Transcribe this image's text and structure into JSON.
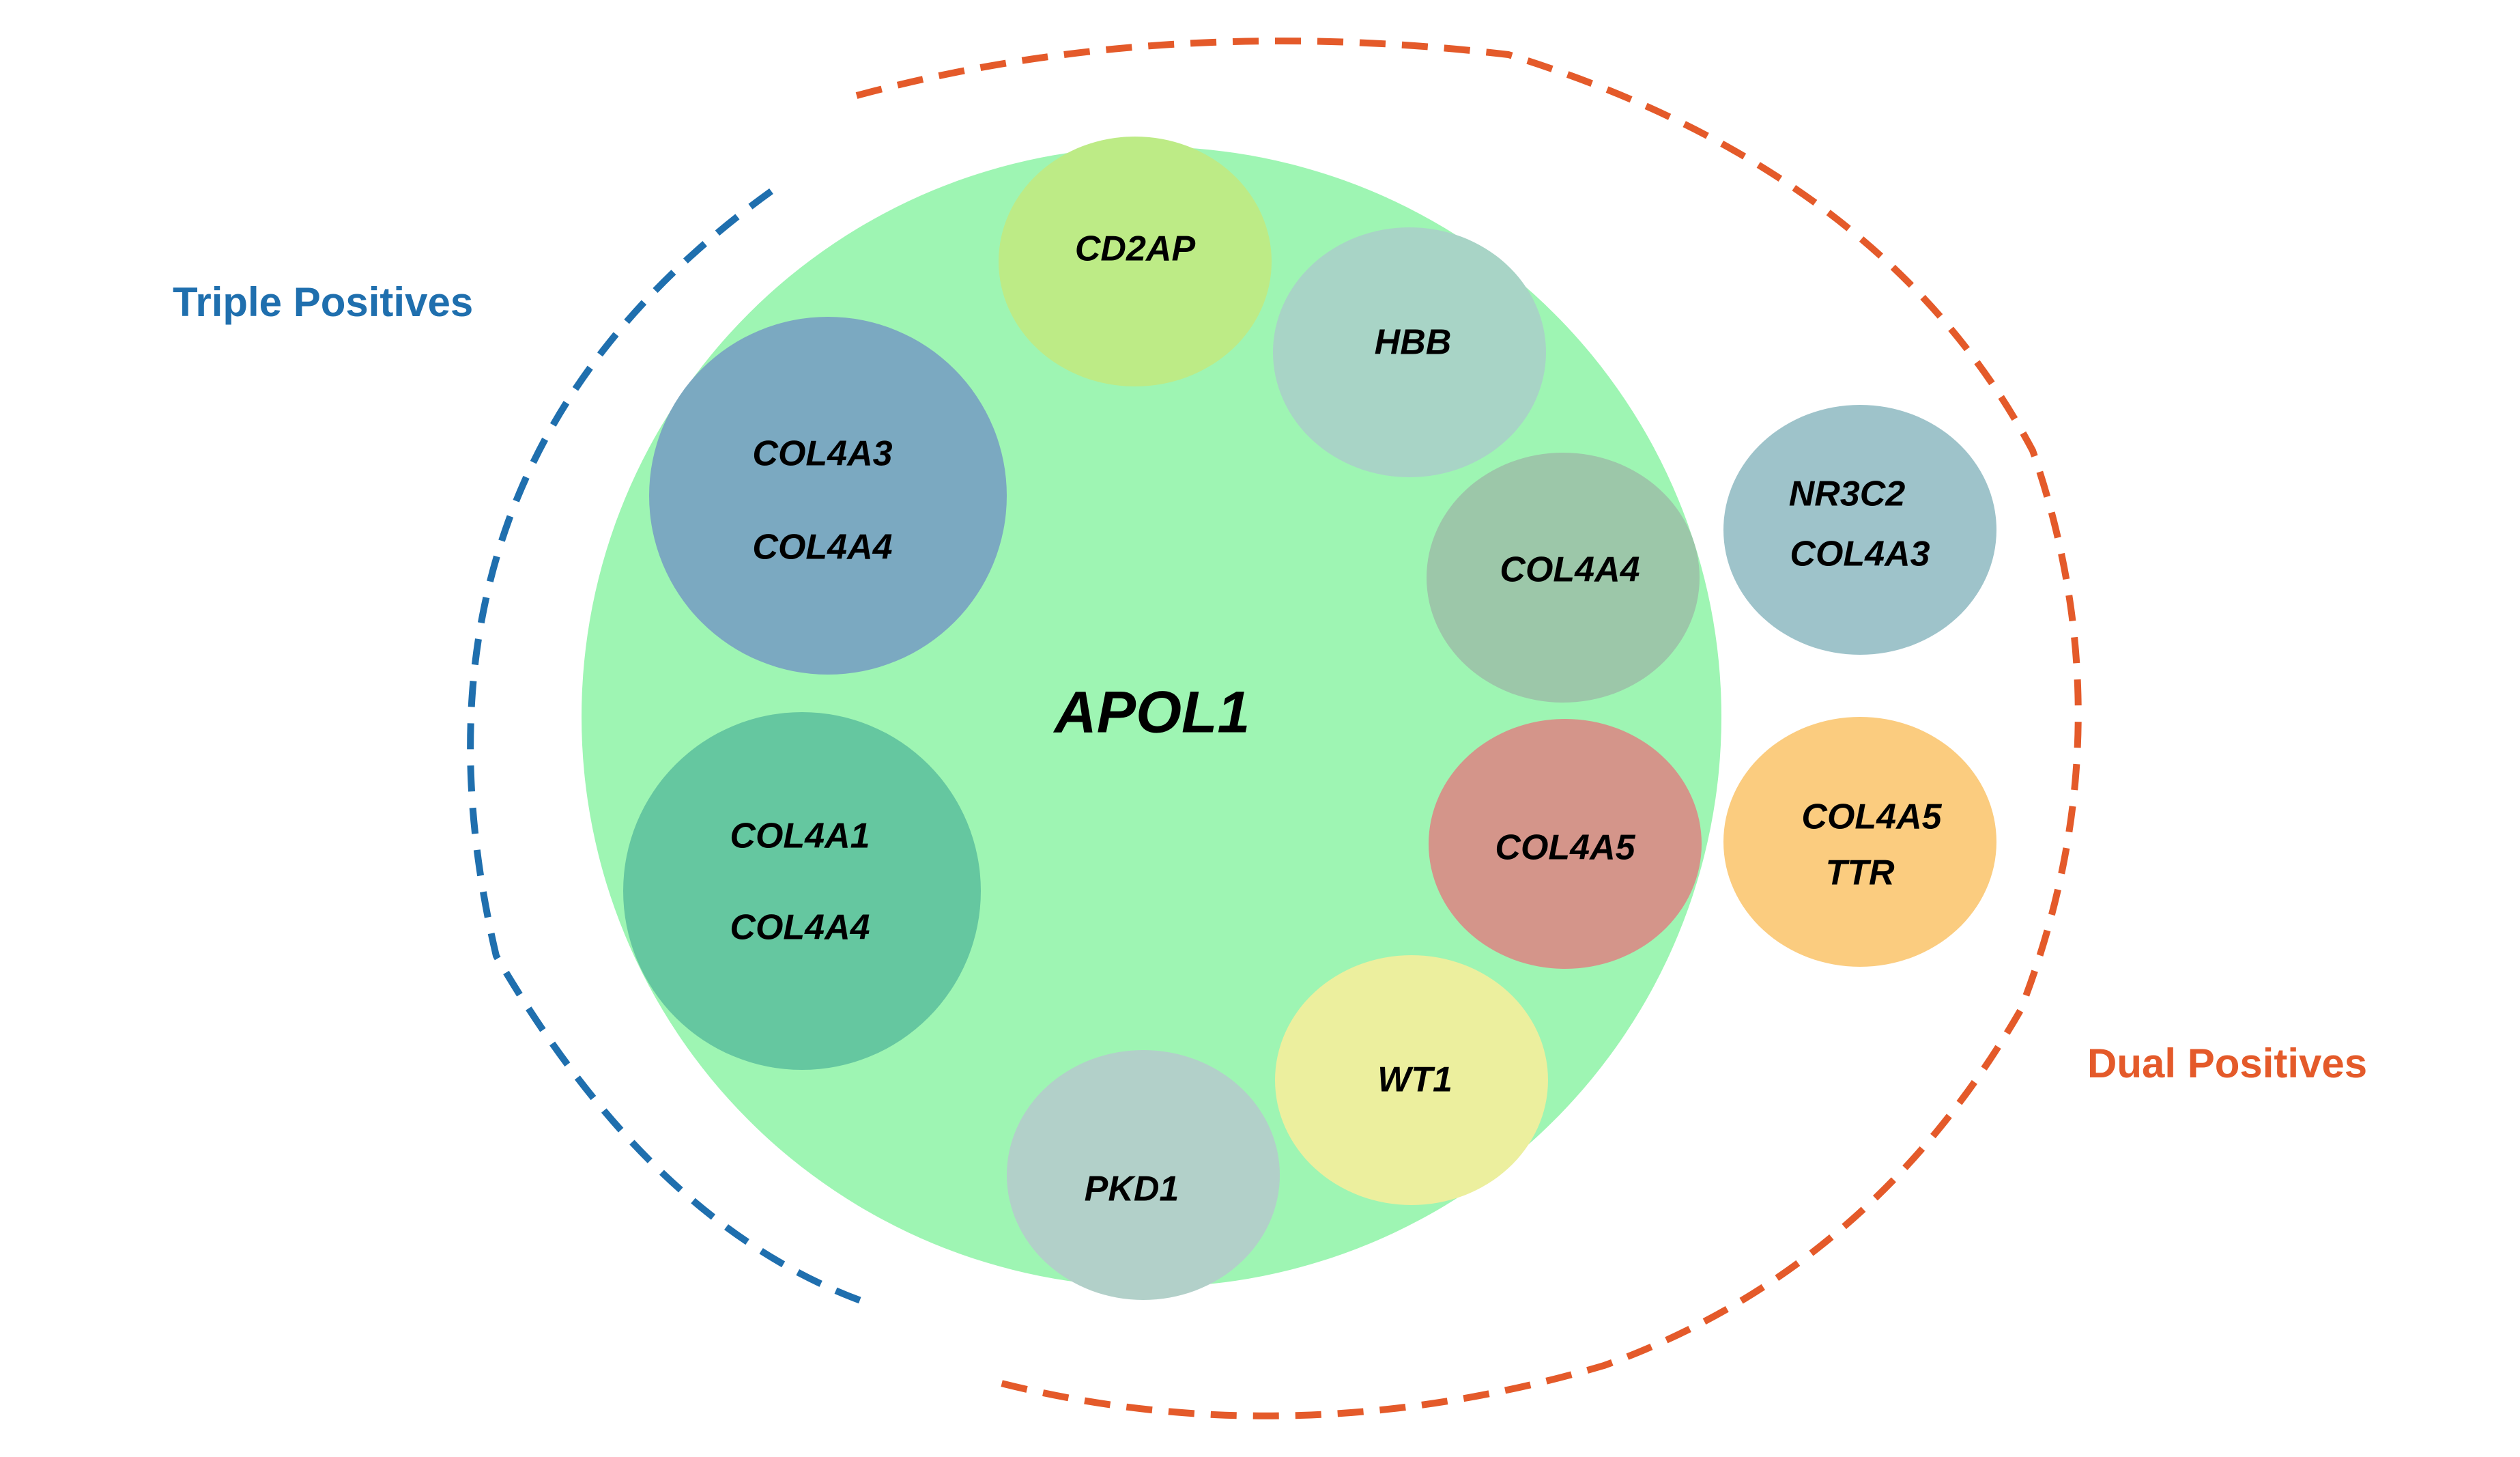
{
  "central_node": {
    "label": "APOL1",
    "color": "#9ef5b3"
  },
  "gene_nodes": [
    {
      "id": "cd2ap",
      "lines": [
        "CD2AP"
      ],
      "color": "#bdeb86"
    },
    {
      "id": "hbb",
      "lines": [
        "HBB"
      ],
      "color": "#a8d4c6"
    },
    {
      "id": "col4a3-col4a4",
      "lines": [
        "COL4A3",
        "COL4A4"
      ],
      "color": "#7ba9c1"
    },
    {
      "id": "col4a4",
      "lines": [
        "COL4A4"
      ],
      "color": "#9cc7a9"
    },
    {
      "id": "col4a1-col4a4",
      "lines": [
        "COL4A1",
        "COL4A4"
      ],
      "color": "#65c7a0"
    },
    {
      "id": "col4a5",
      "lines": [
        "COL4A5"
      ],
      "color": "#d4958a"
    },
    {
      "id": "wt1",
      "lines": [
        "WT1"
      ],
      "color": "#ecef9e"
    },
    {
      "id": "pkd1",
      "lines": [
        "PKD1"
      ],
      "color": "#b2d0c9"
    },
    {
      "id": "nr3c2-col4a3",
      "lines": [
        "NR3C2",
        "COL4A3"
      ],
      "color": "#9ec3ca"
    },
    {
      "id": "col4a5-ttr",
      "lines": [
        "COL4A5",
        "TTR"
      ],
      "color": "#fbcc7f"
    }
  ],
  "groups": {
    "triple": {
      "label": "Triple Positives",
      "color": "#1f6fae"
    },
    "dual": {
      "label": "Dual Positives",
      "color": "#e45a2a"
    }
  }
}
